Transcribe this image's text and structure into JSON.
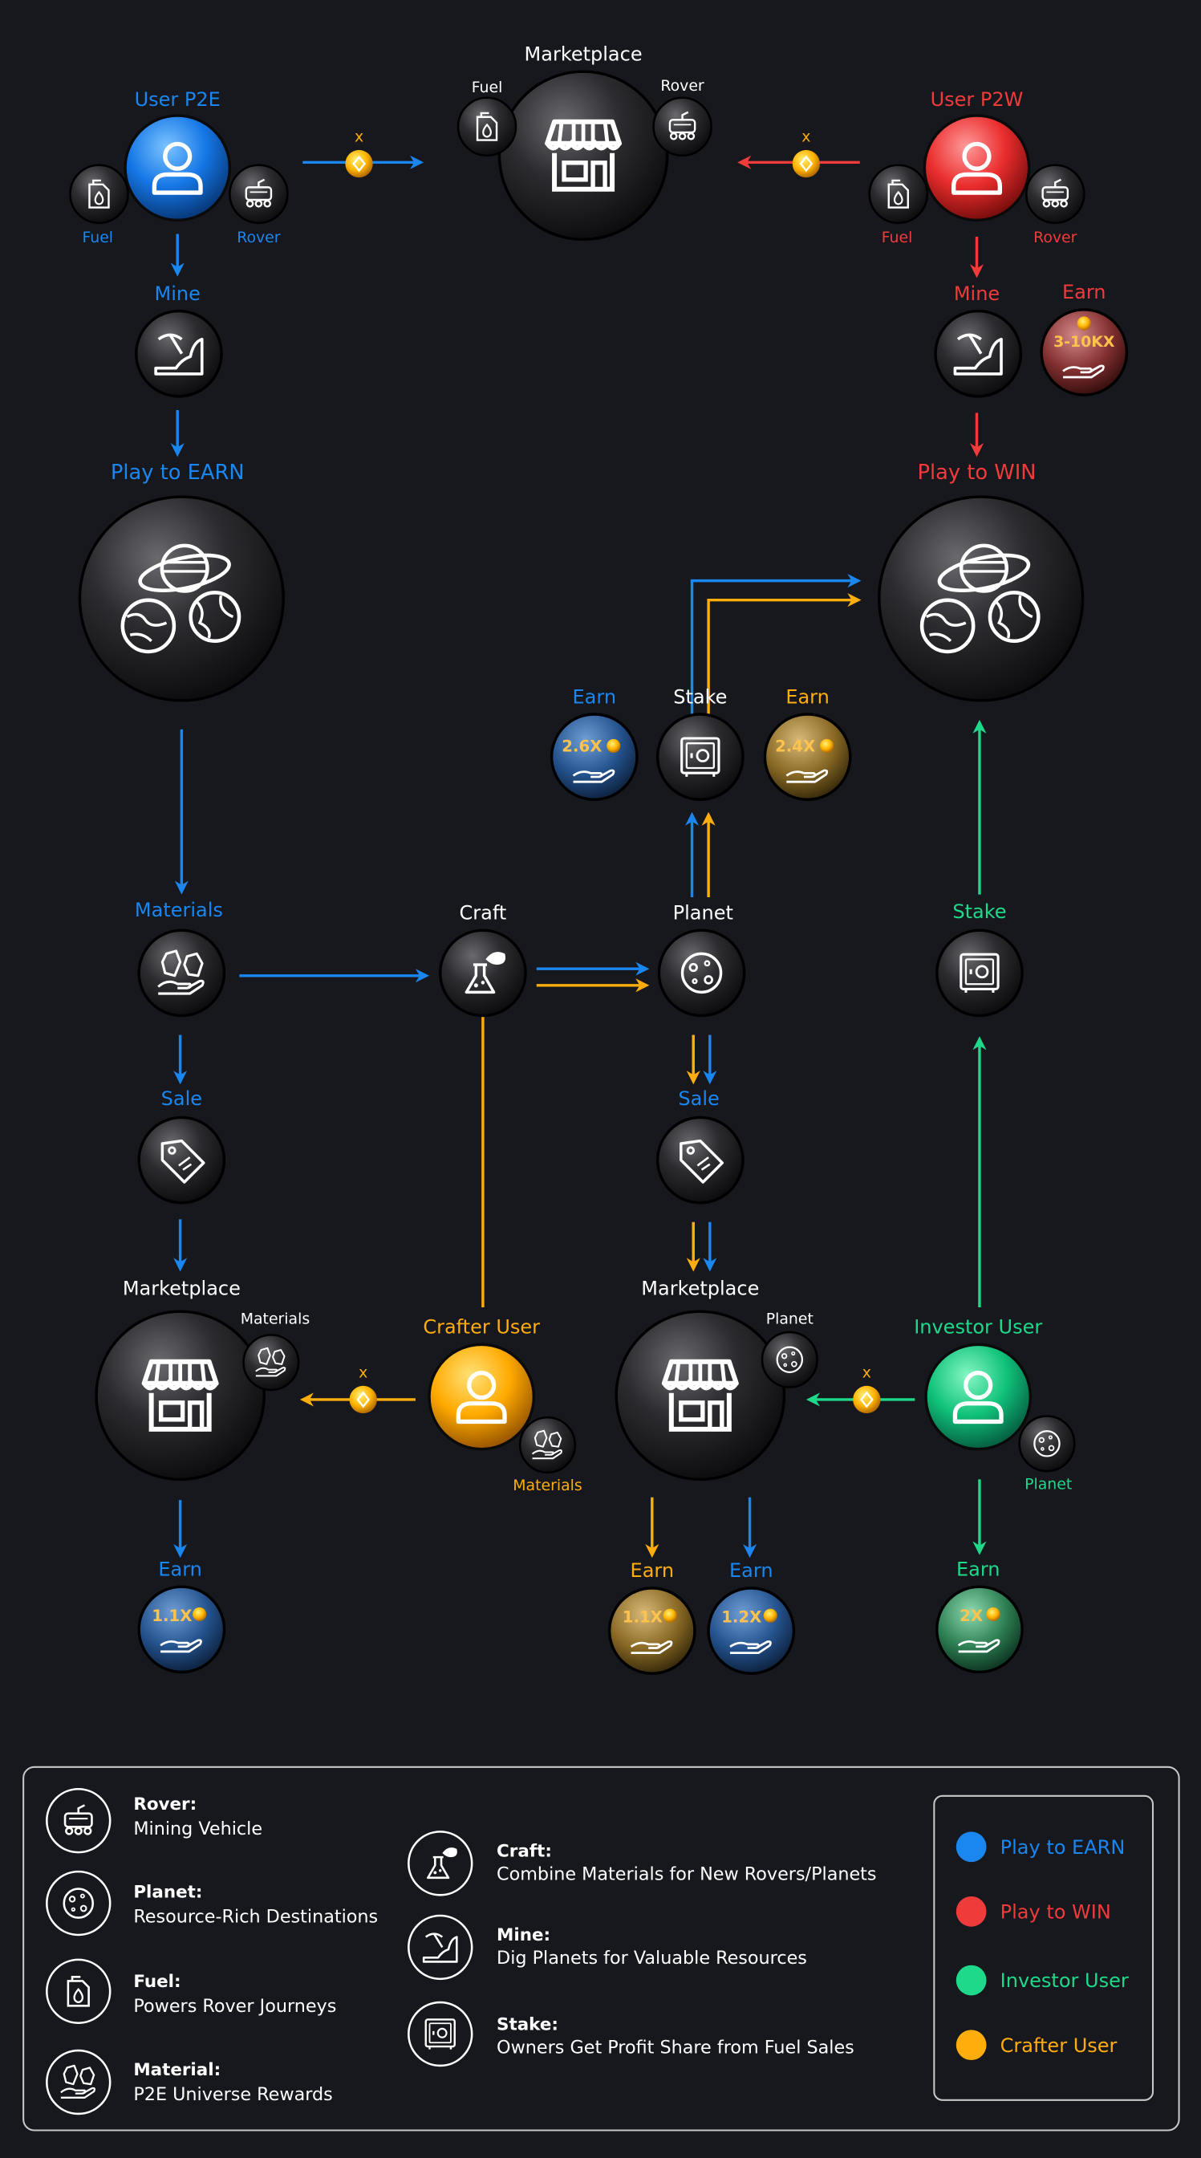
{
  "colors": {
    "play_to_earn": "#1a86f0",
    "play_to_win": "#f03b3b",
    "investor": "#1ed98a",
    "crafter": "#ffad0d",
    "background": "#16181d"
  },
  "top": {
    "user_p2e": "User P2E",
    "user_p2w": "User P2W",
    "marketplace": "Marketplace",
    "fuel": "Fuel",
    "rover": "Rover",
    "x": "x",
    "mine": "Mine",
    "earn": "Earn",
    "earn_p2w_value": "3-10KX",
    "play_to_earn": "Play to EARN",
    "play_to_win": "Play to WIN"
  },
  "middle": {
    "earn_left": "Earn",
    "earn_left_value": "2.6X",
    "stake": "Stake",
    "earn_right": "Earn",
    "earn_right_value": "2.4X",
    "materials": "Materials",
    "craft": "Craft",
    "planet": "Planet",
    "stake_green": "Stake",
    "sale_left": "Sale",
    "sale_mid": "Sale"
  },
  "bottom": {
    "marketplace_left": "Marketplace",
    "materials_badge": "Materials",
    "crafter_user": "Crafter User",
    "crafter_materials": "Materials",
    "x": "x",
    "marketplace_mid": "Marketplace",
    "planet_badge": "Planet",
    "investor_user": "Investor User",
    "investor_planet": "Planet",
    "earn_left": "Earn",
    "earn_left_value": "1.1X",
    "earn_crafter": "Earn",
    "earn_crafter_value": "1.1X",
    "earn_blue": "Earn",
    "earn_blue_value": "1.2X",
    "earn_investor": "Earn",
    "earn_investor_value": "2X"
  },
  "legend": {
    "items": [
      {
        "title": "Rover:",
        "desc": "Mining Vehicle",
        "icon": "rover-icon"
      },
      {
        "title": "Planet:",
        "desc": "Resource-Rich Destinations",
        "icon": "planet-icon"
      },
      {
        "title": "Fuel:",
        "desc": "Powers Rover Journeys",
        "icon": "fuel-icon"
      },
      {
        "title": "Material:",
        "desc": "P2E Universe Rewards",
        "icon": "materials-icon"
      },
      {
        "title": "Craft:",
        "desc": "Combine Materials for New Rovers/Planets",
        "icon": "craft-icon"
      },
      {
        "title": "Mine:",
        "desc": "Dig Planets for Valuable Resources",
        "icon": "mine-icon"
      },
      {
        "title": "Stake:",
        "desc": "Owners Get Profit Share from Fuel Sales",
        "icon": "stake-icon"
      }
    ],
    "key": [
      {
        "label": "Play to EARN",
        "color": "#1a86f0"
      },
      {
        "label": "Play to WIN",
        "color": "#f03b3b"
      },
      {
        "label": "Investor User",
        "color": "#1ed98a"
      },
      {
        "label": "Crafter User",
        "color": "#ffad0d"
      }
    ]
  }
}
